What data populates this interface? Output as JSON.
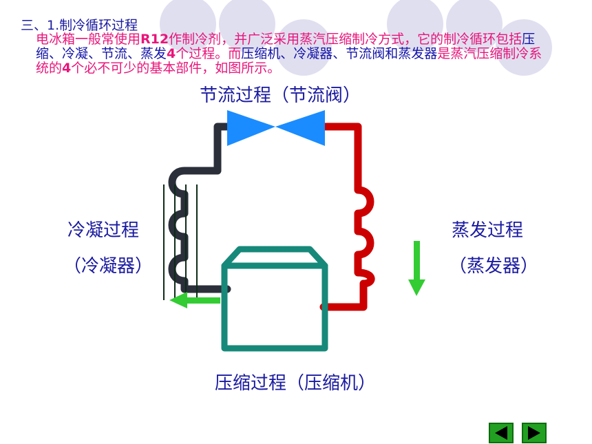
{
  "slide": {
    "title": "三、1.制冷循环过程",
    "paragraph": [
      {
        "text": "电冰箱一般常使用",
        "style": "normal"
      },
      {
        "text": "R12",
        "style": "bold"
      },
      {
        "text": "作制冷剂，并广泛采用蒸汽压缩制冷方式，它的制冷循环包括",
        "style": "normal"
      },
      {
        "text": "压缩、冷凝、节流、蒸发",
        "style": "blue"
      },
      {
        "text": "4",
        "style": "bold"
      },
      {
        "text": "个过程。而",
        "style": "normal"
      },
      {
        "text": "压缩机、冷凝器、节流阀和蒸发器",
        "style": "blue"
      },
      {
        "text": "是蒸汽压缩制冷系统的",
        "style": "normal"
      },
      {
        "text": "4",
        "style": "bold"
      },
      {
        "text": "个必不可少的基本部件，如图所示。",
        "style": "normal"
      }
    ]
  },
  "diagram": {
    "throttle_label": "节流过程（节流阀）",
    "condense_label_1": "冷凝过程",
    "condense_label_2": "（冷凝器）",
    "evaporate_label_1": "蒸发过程",
    "evaporate_label_2": "（蒸发器）",
    "compress_label": "压缩过程（压缩机）"
  },
  "colors": {
    "title_blue": "#1a1aa0",
    "paragraph_pink": "#e8157a",
    "condenser_pipe": "#2a2f3a",
    "evaporator_pipe": "#cc0000",
    "valve": "#1a8cff",
    "compressor": "#17897a",
    "flow_arrow": "#33cc33",
    "decor_circle": "#e0dff0"
  },
  "nav": {
    "prev": "previous-slide",
    "next": "next-slide"
  }
}
